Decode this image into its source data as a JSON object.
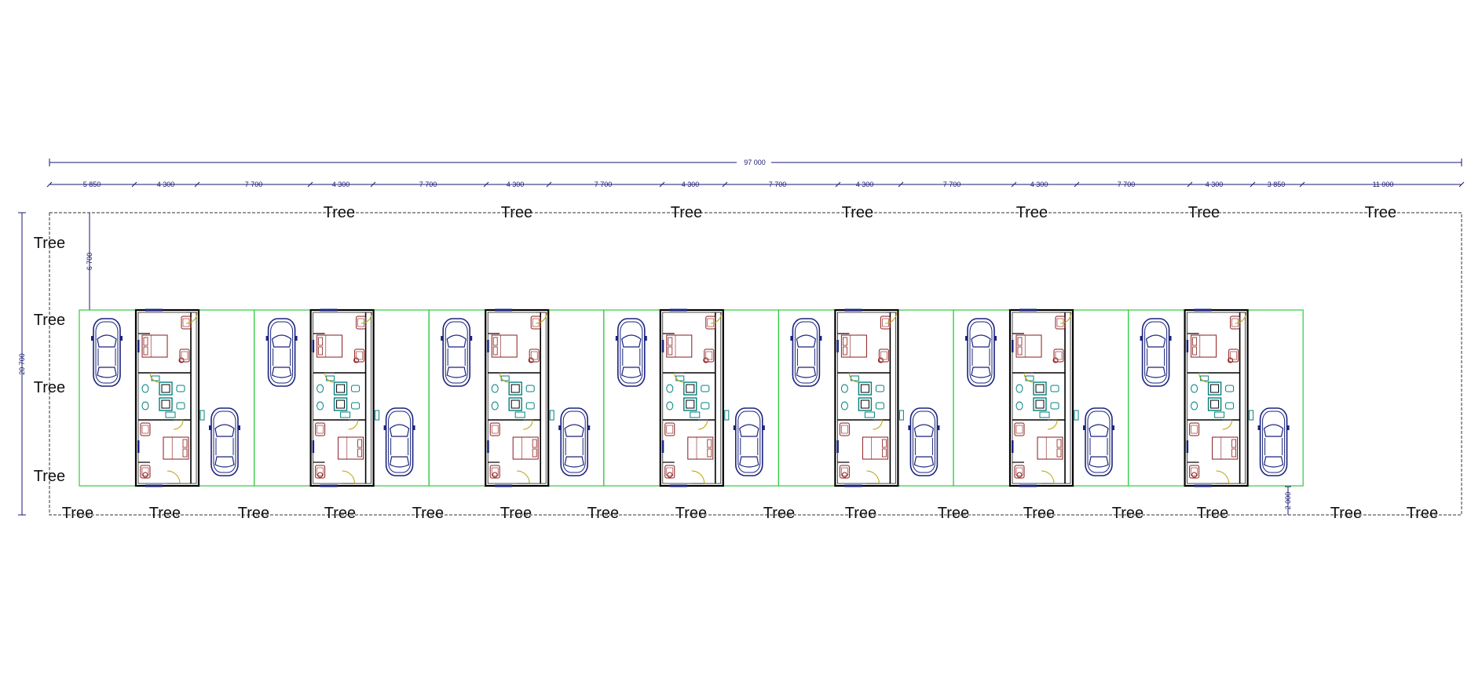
{
  "drawing": {
    "overall_width_label": "97 000",
    "overall_depth_label": "20 700",
    "setback_top_label": "6 700",
    "setback_bottom_label": "2 000",
    "segment_labels": [
      "5 850",
      "4 300",
      "7 700",
      "4 300",
      "7 700",
      "4 300",
      "7 700",
      "4 300",
      "7 700",
      "4 300",
      "7 700",
      "4 300",
      "7 700",
      "4 300",
      "3 850",
      "11 000"
    ],
    "tree_label": "Tree",
    "unit_count": 7,
    "colors": {
      "dimension": "#1a1a70",
      "boundary": "#333333",
      "plot_outline": "#2ecc40",
      "walls": "#000000",
      "furniture": "#8b1a1a",
      "car": "#1a237e",
      "fixtures": "#008080",
      "doors": "#b8a000"
    }
  }
}
